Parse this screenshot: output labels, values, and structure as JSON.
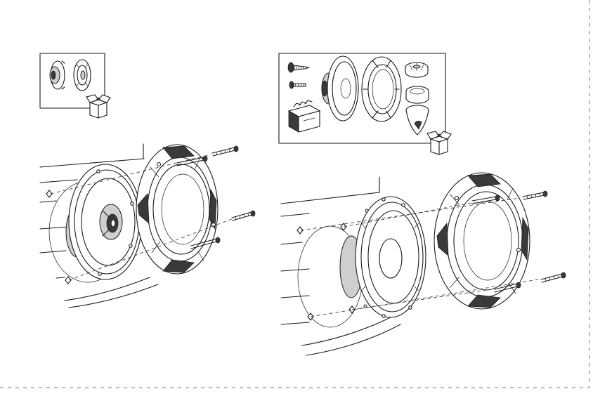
{
  "diagram": {
    "left_assembly": {
      "kit_contents": [
        "coaxial-speaker",
        "mounting-ring"
      ],
      "parts": [
        "mounting-surface",
        "coaxial-speaker",
        "speaker-grille",
        "mounting-screws"
      ]
    },
    "right_assembly": {
      "kit_contents": [
        "wood-screw",
        "machine-screw",
        "crossover-block",
        "woofer",
        "grille-ring",
        "tweeter-cup",
        "flush-mount-ring",
        "surface-mount-cup"
      ],
      "parts": [
        "mounting-surface",
        "woofer",
        "speaker-grille",
        "mounting-screws"
      ]
    },
    "icons": [
      "open-box-icon",
      "open-box-icon"
    ]
  }
}
